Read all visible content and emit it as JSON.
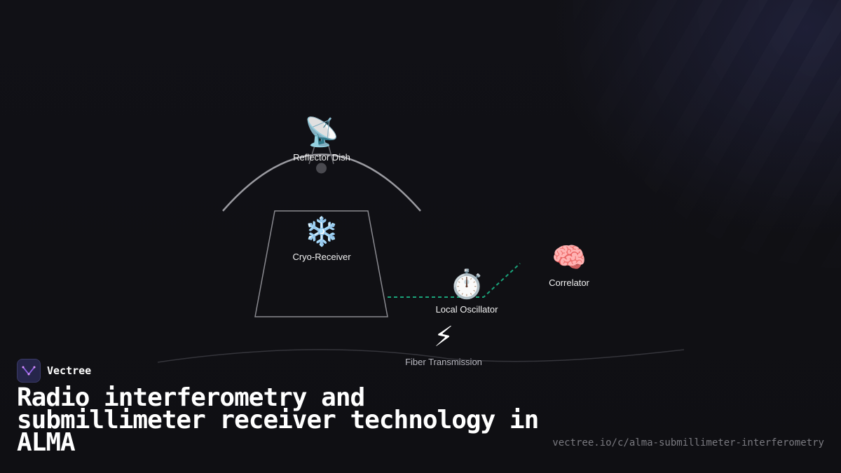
{
  "diagram": {
    "nodes": [
      {
        "id": "reflector",
        "label": "Reflector Dish",
        "icon": "satellite-antenna-icon",
        "glyph": "📡"
      },
      {
        "id": "receiver",
        "label": "Cryo-Receiver",
        "icon": "snowflake-icon",
        "glyph": "❄️"
      },
      {
        "id": "oscillator",
        "label": "Local Oscillator",
        "icon": "stopwatch-icon",
        "glyph": "⏱️"
      },
      {
        "id": "correlator",
        "label": "Correlator",
        "icon": "brain-icon",
        "glyph": "🧠"
      },
      {
        "id": "fiber",
        "label": "Fiber Transmission",
        "icon": "lightning-icon",
        "glyph": "⚡"
      }
    ],
    "colors": {
      "background": "#111116",
      "outline": "#8a8a90",
      "signal_dashed": "#1aa37a",
      "ground_line": "#3a3a40"
    }
  },
  "brand": {
    "name": "Vectree",
    "logo_icon": "vectree-logo-icon"
  },
  "title": "Radio interferometry and submillimeter receiver technology in ALMA",
  "url": "vectree.io/c/alma-submillimeter-interferometry"
}
